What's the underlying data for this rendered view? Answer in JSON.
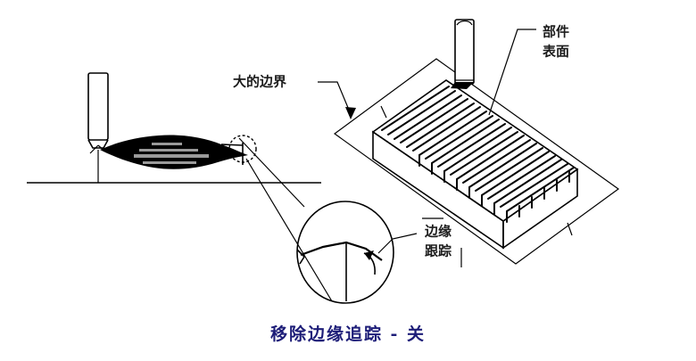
{
  "figure": {
    "title_caption": "移除边缘追踪 - 关",
    "caption_color": "#1d1d78",
    "background_color": "#ffffff",
    "line_color": "#000000",
    "bead_fill_color": "#000000",
    "bead_stripe_color": "#9a9a9a"
  },
  "labels": {
    "large_boundary": "大的边界",
    "part_surface_line1": "部件",
    "part_surface_line2": "表面",
    "edge_tracking_line1": "边缘",
    "edge_tracking_line2": "跟踪"
  },
  "parts": {
    "left_tool_name": "vertical-cutting-tool",
    "right_tool_name": "vertical-cutting-tool",
    "workpiece_name": "machined-block",
    "magnifier_name": "detail-magnifier-circle",
    "bead_name": "material-blob",
    "baseline_name": "stock-surface-line",
    "boundary_name": "large-boundary-parallelogram",
    "toolpath_name": "toolpath-hatch-passes"
  }
}
